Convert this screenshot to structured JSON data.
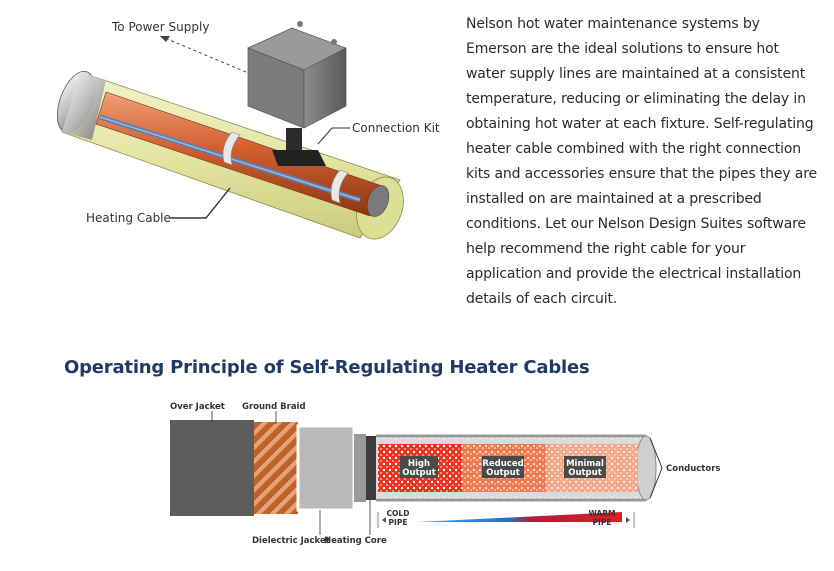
{
  "description": "Nelson hot water maintenance systems by Emerson are the ideal solutions to ensure hot water supply lines are maintained at a consistent temperature, reducing or eliminating the delay in obtaining hot water at each fixture. Self-regulating heater cable combined with the right connection kits and accessories ensure that the pipes they are installed on are maintained at a prescribed conditions. Let our Nelson Design Suites software help recommend the right cable for your application and provide the electrical installation details of each circuit.",
  "top_diagram": {
    "label_power_supply": "To Power Supply",
    "label_connection_kit": "Connection Kit",
    "label_heating_cable": "Heating Cable"
  },
  "section_title": "Operating Principle of Self-Regulating Heater Cables",
  "cable_diagram": {
    "over_jacket": "Over Jacket",
    "ground_braid": "Ground Braid",
    "dielectric_jacket": "Dielectric Jacket",
    "heating_core": "Heating Core",
    "conductors": "Conductors",
    "zones": [
      {
        "line1": "High",
        "line2": "Output"
      },
      {
        "line1": "Reduced",
        "line2": "Output"
      },
      {
        "line1": "Minimal",
        "line2": "Output"
      }
    ],
    "cold_line1": "COLD",
    "cold_line2": "PIPE",
    "warm_line1": "WARM",
    "warm_line2": "PIPE"
  },
  "colors": {
    "title_blue": "#1f3a66",
    "pipe_copper": "#c9542a",
    "insulation_yellow": "#e4e6a4",
    "cold_blue": "#3aa7e6",
    "warm_red": "#e01e1e"
  }
}
